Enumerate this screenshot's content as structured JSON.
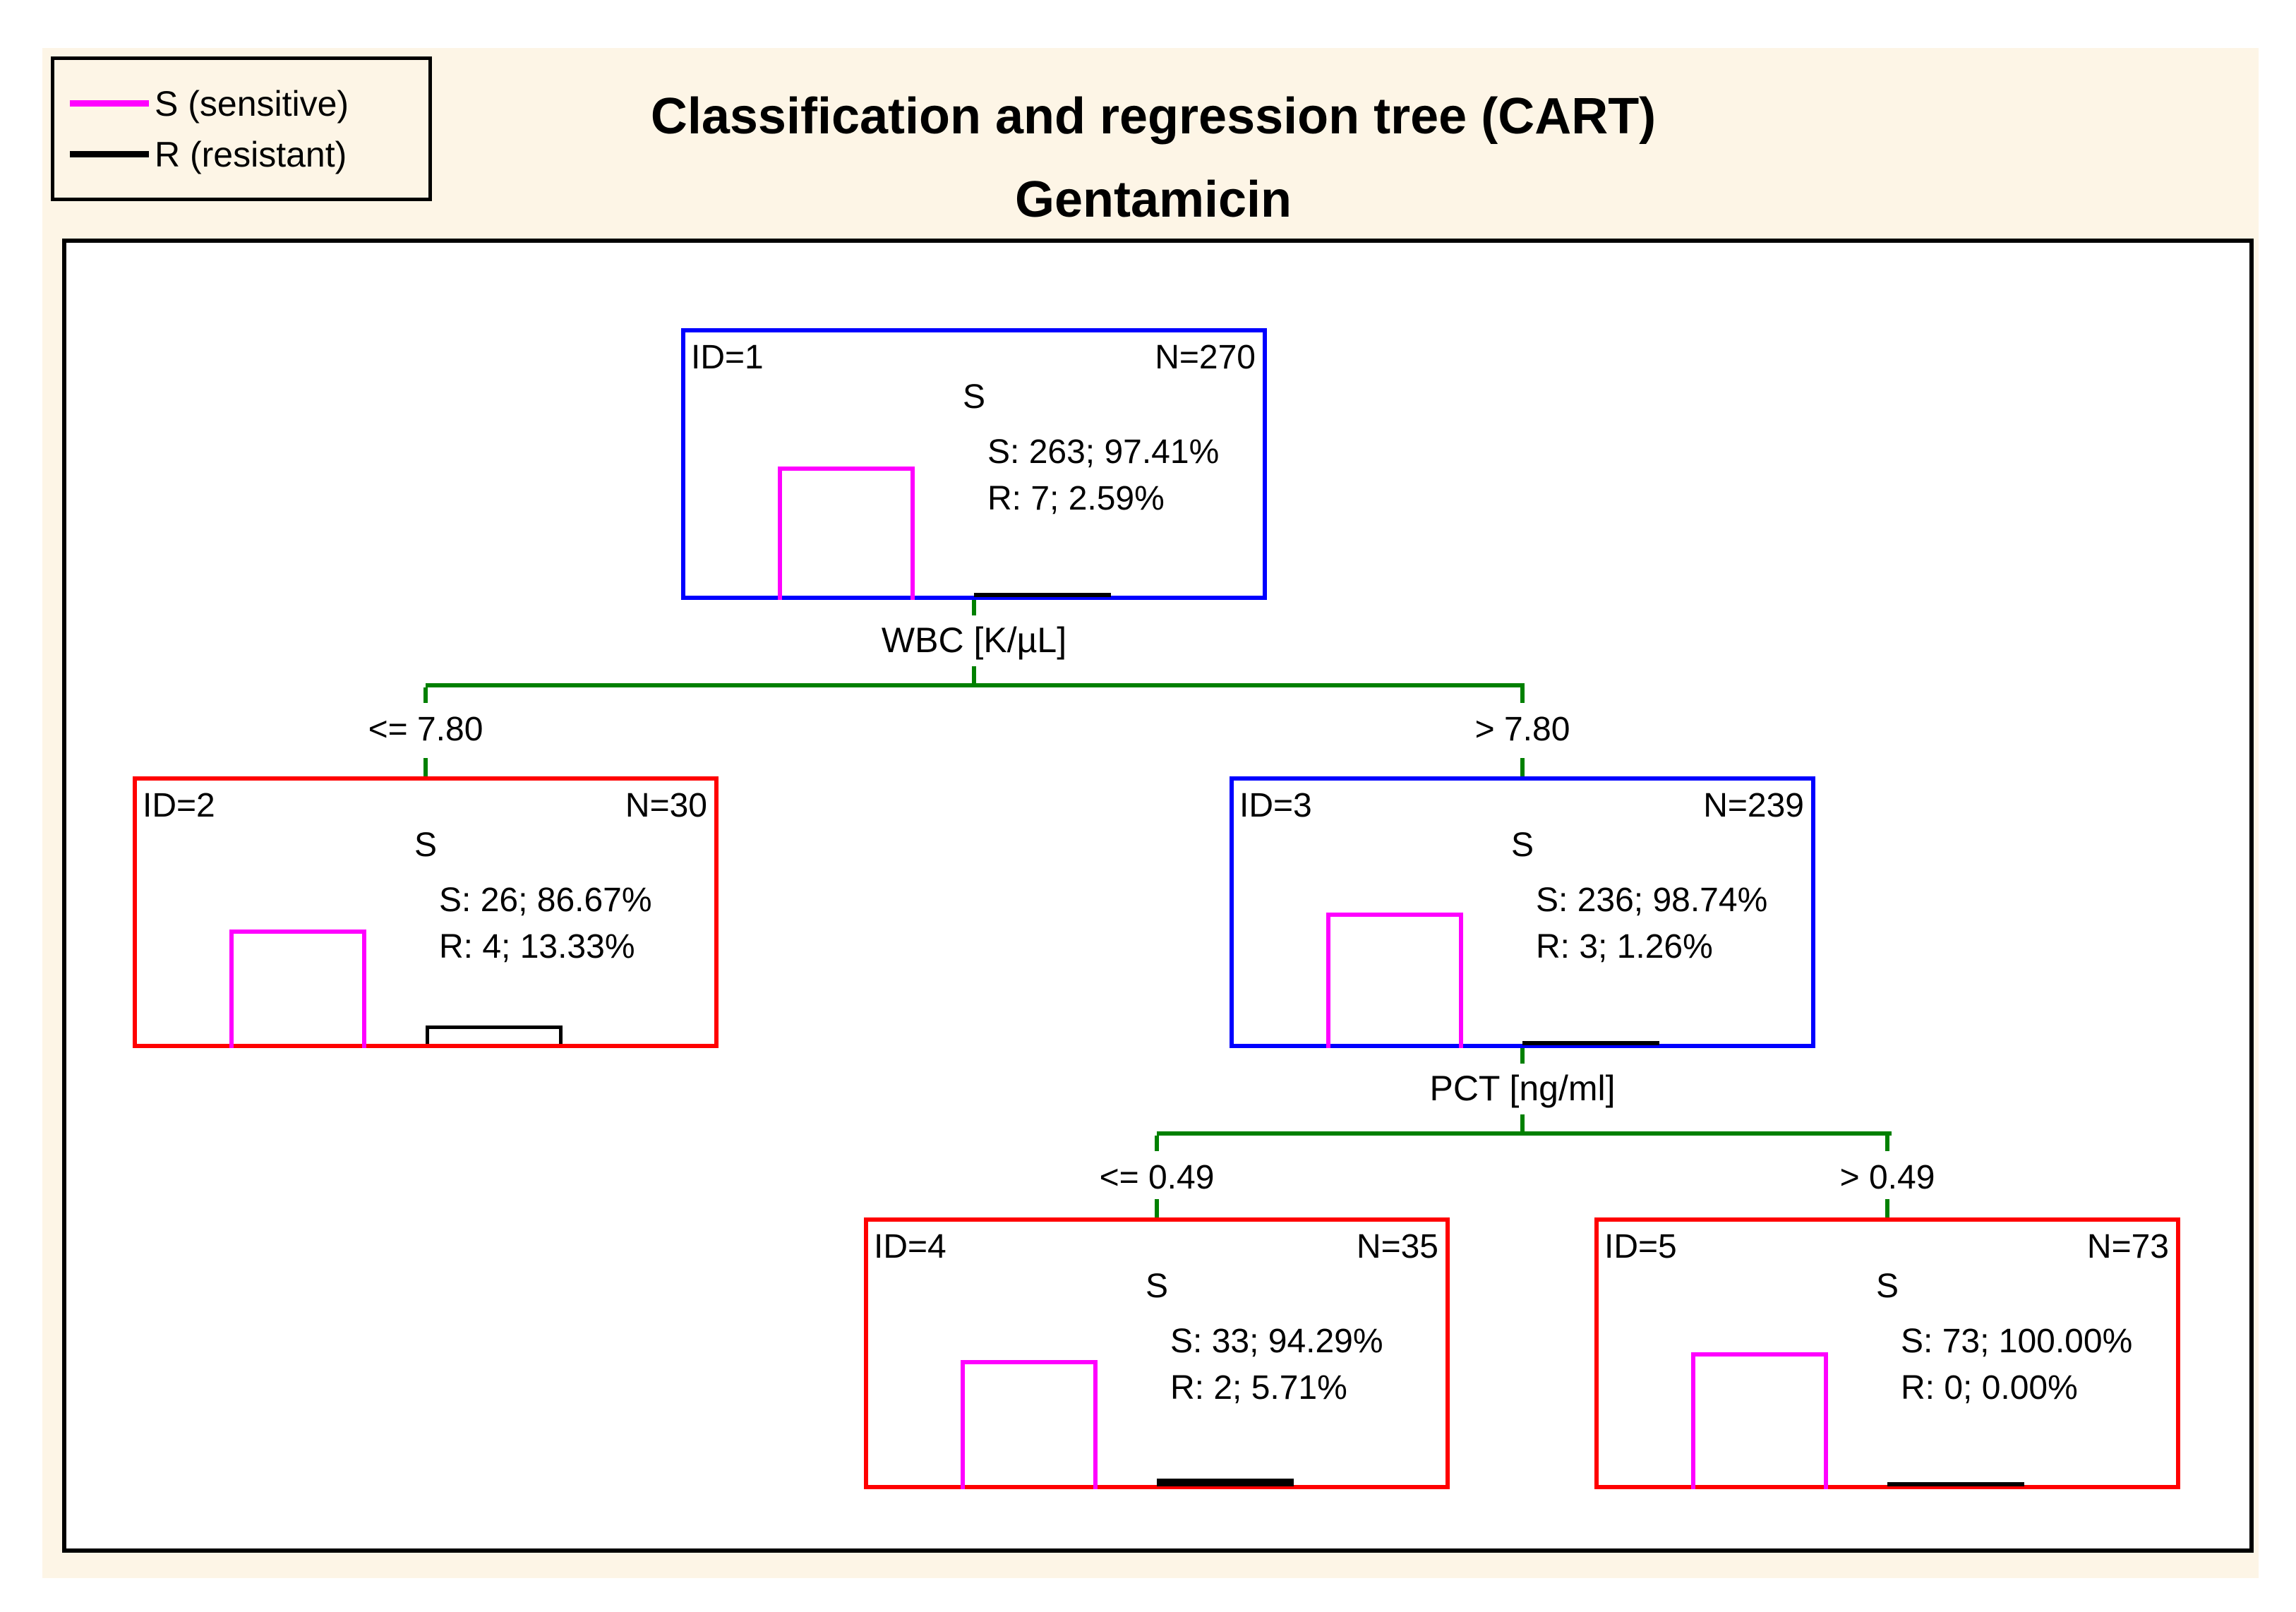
{
  "title": {
    "line1": "Classification and regression tree (CART)",
    "line2": "Gentamicin"
  },
  "legend": {
    "items": [
      {
        "label": "S (sensitive)",
        "color": "#FF00FF"
      },
      {
        "label": "R (resistant)",
        "color": "#000000"
      }
    ]
  },
  "colors": {
    "background": "#FDF5E6",
    "plot_background": "#FFFFFF",
    "sensitive": "#FF00FF",
    "resistant": "#000000",
    "branch_line": "#008000",
    "node_border_blue": "#0000FF",
    "node_border_red": "#FF0000",
    "text": "#000000"
  },
  "tree": {
    "splits": [
      {
        "variable": "WBC [K/µL]",
        "left_condition": "<= 7.80",
        "right_condition": "> 7.80"
      },
      {
        "variable": "PCT [ng/ml]",
        "left_condition": "<= 0.49",
        "right_condition": "> 0.49"
      }
    ],
    "nodes": [
      {
        "id_label": "ID=1",
        "n_label": "N=270",
        "class_label": "S",
        "s_label": "S: 263; 97.41%",
        "r_label": "R: 7; 2.59%",
        "s_count": 263,
        "s_pct": 97.41,
        "r_count": 7,
        "r_pct": 2.59,
        "border_color": "#0000FF"
      },
      {
        "id_label": "ID=2",
        "n_label": "N=30",
        "class_label": "S",
        "s_label": "S: 26; 86.67%",
        "r_label": "R: 4; 13.33%",
        "s_count": 26,
        "s_pct": 86.67,
        "r_count": 4,
        "r_pct": 13.33,
        "border_color": "#FF0000"
      },
      {
        "id_label": "ID=3",
        "n_label": "N=239",
        "class_label": "S",
        "s_label": "S: 236; 98.74%",
        "r_label": "R: 3; 1.26%",
        "s_count": 236,
        "s_pct": 98.74,
        "r_count": 3,
        "r_pct": 1.26,
        "border_color": "#0000FF"
      },
      {
        "id_label": "ID=4",
        "n_label": "N=35",
        "class_label": "S",
        "s_label": "S: 33; 94.29%",
        "r_label": "R: 2; 5.71%",
        "s_count": 33,
        "s_pct": 94.29,
        "r_count": 2,
        "r_pct": 5.71,
        "border_color": "#FF0000"
      },
      {
        "id_label": "ID=5",
        "n_label": "N=73",
        "class_label": "S",
        "s_label": "S: 73; 100.00%",
        "r_label": "R: 0; 0.00%",
        "s_count": 73,
        "s_pct": 100.0,
        "r_count": 0,
        "r_pct": 0.0,
        "border_color": "#FF0000"
      }
    ]
  }
}
